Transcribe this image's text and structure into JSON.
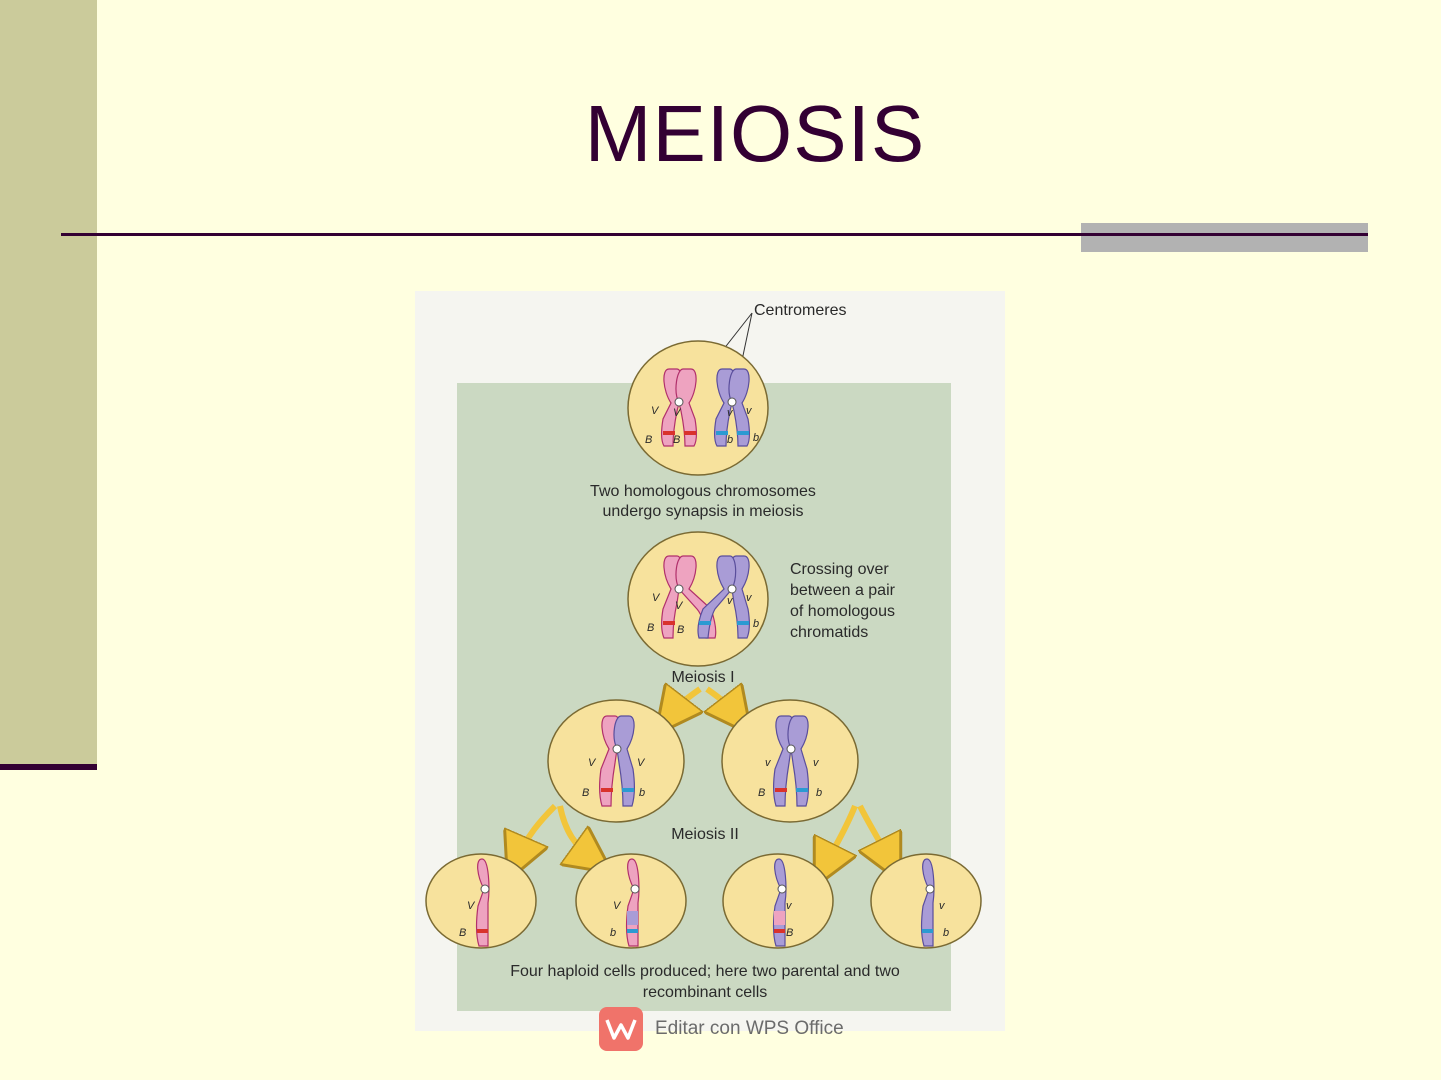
{
  "slide": {
    "title": "MEIOSIS"
  },
  "diagram": {
    "centromeres_label": "Centromeres",
    "synapsis_caption": [
      "Two homologous chromosomes",
      "undergo synapsis in meiosis"
    ],
    "crossing_caption": [
      "Crossing over",
      "between a pair",
      "of homologous",
      "chromatids"
    ],
    "meiosis1_label": "Meiosis I",
    "meiosis2_label": "Meiosis II",
    "result_caption": [
      "Four haploid cells produced; here two parental and two",
      "recombinant cells"
    ],
    "gene_labels": {
      "V": "V",
      "v": "v",
      "B": "B",
      "b": "b"
    },
    "colors": {
      "parental_pink": "#eea3c0",
      "parental_purple": "#a99cd6",
      "band_red": "#d9322c",
      "band_blue": "#2b9ad2",
      "cell_fill": "#f7e29d",
      "panel_green": "#cbd9c2",
      "arrow_yellow": "#f2c53a"
    }
  },
  "watermark": {
    "text": "Editar con WPS Office",
    "logo_letter": "W"
  }
}
